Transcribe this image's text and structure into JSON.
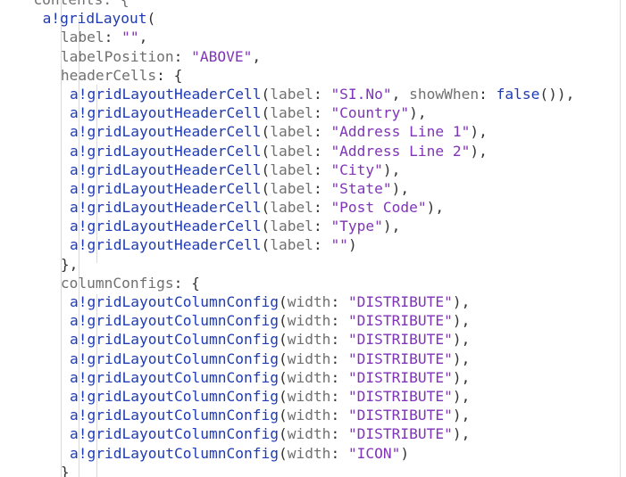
{
  "lines": [
    {
      "indent": 3,
      "parts": [
        {
          "t": "contents: {",
          "c": "prm"
        }
      ]
    },
    {
      "indent": 4,
      "parts": [
        {
          "t": "a!gridLayout",
          "c": "kw"
        },
        {
          "t": "(",
          "c": "pun"
        }
      ]
    },
    {
      "indent": 6,
      "parts": [
        {
          "t": "label",
          "c": "prm"
        },
        {
          "t": ": ",
          "c": "pun"
        },
        {
          "t": "\"\"",
          "c": "str"
        },
        {
          "t": ",",
          "c": "pun"
        }
      ]
    },
    {
      "indent": 6,
      "parts": [
        {
          "t": "labelPosition",
          "c": "prm"
        },
        {
          "t": ": ",
          "c": "pun"
        },
        {
          "t": "\"ABOVE\"",
          "c": "str"
        },
        {
          "t": ",",
          "c": "pun"
        }
      ]
    },
    {
      "indent": 6,
      "parts": [
        {
          "t": "headerCells",
          "c": "prm"
        },
        {
          "t": ": {",
          "c": "pun"
        }
      ]
    },
    {
      "indent": 7,
      "parts": [
        {
          "t": "a!gridLayoutHeaderCell",
          "c": "kw"
        },
        {
          "t": "(",
          "c": "pun"
        },
        {
          "t": "label",
          "c": "prm"
        },
        {
          "t": ": ",
          "c": "pun"
        },
        {
          "t": "\"SI.No\"",
          "c": "str"
        },
        {
          "t": ", ",
          "c": "pun"
        },
        {
          "t": "showWhen",
          "c": "prm"
        },
        {
          "t": ": ",
          "c": "pun"
        },
        {
          "t": "false",
          "c": "fn"
        },
        {
          "t": "()),",
          "c": "pun"
        }
      ]
    },
    {
      "indent": 7,
      "parts": [
        {
          "t": "a!gridLayoutHeaderCell",
          "c": "kw"
        },
        {
          "t": "(",
          "c": "pun"
        },
        {
          "t": "label",
          "c": "prm"
        },
        {
          "t": ": ",
          "c": "pun"
        },
        {
          "t": "\"Country\"",
          "c": "str"
        },
        {
          "t": "),",
          "c": "pun"
        }
      ]
    },
    {
      "indent": 7,
      "parts": [
        {
          "t": "a!gridLayoutHeaderCell",
          "c": "kw"
        },
        {
          "t": "(",
          "c": "pun"
        },
        {
          "t": "label",
          "c": "prm"
        },
        {
          "t": ": ",
          "c": "pun"
        },
        {
          "t": "\"Address Line 1\"",
          "c": "str"
        },
        {
          "t": "),",
          "c": "pun"
        }
      ]
    },
    {
      "indent": 7,
      "parts": [
        {
          "t": "a!gridLayoutHeaderCell",
          "c": "kw"
        },
        {
          "t": "(",
          "c": "pun"
        },
        {
          "t": "label",
          "c": "prm"
        },
        {
          "t": ": ",
          "c": "pun"
        },
        {
          "t": "\"Address Line 2\"",
          "c": "str"
        },
        {
          "t": "),",
          "c": "pun"
        }
      ]
    },
    {
      "indent": 7,
      "parts": [
        {
          "t": "a!gridLayoutHeaderCell",
          "c": "kw"
        },
        {
          "t": "(",
          "c": "pun"
        },
        {
          "t": "label",
          "c": "prm"
        },
        {
          "t": ": ",
          "c": "pun"
        },
        {
          "t": "\"City\"",
          "c": "str"
        },
        {
          "t": "),",
          "c": "pun"
        }
      ]
    },
    {
      "indent": 7,
      "parts": [
        {
          "t": "a!gridLayoutHeaderCell",
          "c": "kw"
        },
        {
          "t": "(",
          "c": "pun"
        },
        {
          "t": "label",
          "c": "prm"
        },
        {
          "t": ": ",
          "c": "pun"
        },
        {
          "t": "\"State\"",
          "c": "str"
        },
        {
          "t": "),",
          "c": "pun"
        }
      ]
    },
    {
      "indent": 7,
      "parts": [
        {
          "t": "a!gridLayoutHeaderCell",
          "c": "kw"
        },
        {
          "t": "(",
          "c": "pun"
        },
        {
          "t": "label",
          "c": "prm"
        },
        {
          "t": ": ",
          "c": "pun"
        },
        {
          "t": "\"Post Code\"",
          "c": "str"
        },
        {
          "t": "),",
          "c": "pun"
        }
      ]
    },
    {
      "indent": 7,
      "parts": [
        {
          "t": "a!gridLayoutHeaderCell",
          "c": "kw"
        },
        {
          "t": "(",
          "c": "pun"
        },
        {
          "t": "label",
          "c": "prm"
        },
        {
          "t": ": ",
          "c": "pun"
        },
        {
          "t": "\"Type\"",
          "c": "str"
        },
        {
          "t": "),",
          "c": "pun"
        }
      ]
    },
    {
      "indent": 7,
      "parts": [
        {
          "t": "a!gridLayoutHeaderCell",
          "c": "kw"
        },
        {
          "t": "(",
          "c": "pun"
        },
        {
          "t": "label",
          "c": "prm"
        },
        {
          "t": ": ",
          "c": "pun"
        },
        {
          "t": "\"\"",
          "c": "str"
        },
        {
          "t": ")",
          "c": "pun"
        }
      ]
    },
    {
      "indent": 6,
      "parts": [
        {
          "t": "},",
          "c": "pun"
        }
      ]
    },
    {
      "indent": 6,
      "parts": [
        {
          "t": "columnConfigs",
          "c": "prm"
        },
        {
          "t": ": {",
          "c": "pun"
        }
      ]
    },
    {
      "indent": 7,
      "parts": [
        {
          "t": "a!gridLayoutColumnConfig",
          "c": "kw"
        },
        {
          "t": "(",
          "c": "pun"
        },
        {
          "t": "width",
          "c": "prm"
        },
        {
          "t": ": ",
          "c": "pun"
        },
        {
          "t": "\"DISTRIBUTE\"",
          "c": "str"
        },
        {
          "t": "),",
          "c": "pun"
        }
      ]
    },
    {
      "indent": 7,
      "parts": [
        {
          "t": "a!gridLayoutColumnConfig",
          "c": "kw"
        },
        {
          "t": "(",
          "c": "pun"
        },
        {
          "t": "width",
          "c": "prm"
        },
        {
          "t": ": ",
          "c": "pun"
        },
        {
          "t": "\"DISTRIBUTE\"",
          "c": "str"
        },
        {
          "t": "),",
          "c": "pun"
        }
      ]
    },
    {
      "indent": 7,
      "parts": [
        {
          "t": "a!gridLayoutColumnConfig",
          "c": "kw"
        },
        {
          "t": "(",
          "c": "pun"
        },
        {
          "t": "width",
          "c": "prm"
        },
        {
          "t": ": ",
          "c": "pun"
        },
        {
          "t": "\"DISTRIBUTE\"",
          "c": "str"
        },
        {
          "t": "),",
          "c": "pun"
        }
      ]
    },
    {
      "indent": 7,
      "parts": [
        {
          "t": "a!gridLayoutColumnConfig",
          "c": "kw"
        },
        {
          "t": "(",
          "c": "pun"
        },
        {
          "t": "width",
          "c": "prm"
        },
        {
          "t": ": ",
          "c": "pun"
        },
        {
          "t": "\"DISTRIBUTE\"",
          "c": "str"
        },
        {
          "t": "),",
          "c": "pun"
        }
      ]
    },
    {
      "indent": 7,
      "parts": [
        {
          "t": "a!gridLayoutColumnConfig",
          "c": "kw"
        },
        {
          "t": "(",
          "c": "pun"
        },
        {
          "t": "width",
          "c": "prm"
        },
        {
          "t": ": ",
          "c": "pun"
        },
        {
          "t": "\"DISTRIBUTE\"",
          "c": "str"
        },
        {
          "t": "),",
          "c": "pun"
        }
      ]
    },
    {
      "indent": 7,
      "parts": [
        {
          "t": "a!gridLayoutColumnConfig",
          "c": "kw"
        },
        {
          "t": "(",
          "c": "pun"
        },
        {
          "t": "width",
          "c": "prm"
        },
        {
          "t": ": ",
          "c": "pun"
        },
        {
          "t": "\"DISTRIBUTE\"",
          "c": "str"
        },
        {
          "t": "),",
          "c": "pun"
        }
      ]
    },
    {
      "indent": 7,
      "parts": [
        {
          "t": "a!gridLayoutColumnConfig",
          "c": "kw"
        },
        {
          "t": "(",
          "c": "pun"
        },
        {
          "t": "width",
          "c": "prm"
        },
        {
          "t": ": ",
          "c": "pun"
        },
        {
          "t": "\"DISTRIBUTE\"",
          "c": "str"
        },
        {
          "t": "),",
          "c": "pun"
        }
      ]
    },
    {
      "indent": 7,
      "parts": [
        {
          "t": "a!gridLayoutColumnConfig",
          "c": "kw"
        },
        {
          "t": "(",
          "c": "pun"
        },
        {
          "t": "width",
          "c": "prm"
        },
        {
          "t": ": ",
          "c": "pun"
        },
        {
          "t": "\"DISTRIBUTE\"",
          "c": "str"
        },
        {
          "t": "),",
          "c": "pun"
        }
      ]
    },
    {
      "indent": 7,
      "parts": [
        {
          "t": "a!gridLayoutColumnConfig",
          "c": "kw"
        },
        {
          "t": "(",
          "c": "pun"
        },
        {
          "t": "width",
          "c": "prm"
        },
        {
          "t": ": ",
          "c": "pun"
        },
        {
          "t": "\"ICON\"",
          "c": "str"
        },
        {
          "t": ")",
          "c": "pun"
        }
      ]
    },
    {
      "indent": 6,
      "parts": [
        {
          "t": "}",
          "c": "pun"
        }
      ]
    }
  ]
}
